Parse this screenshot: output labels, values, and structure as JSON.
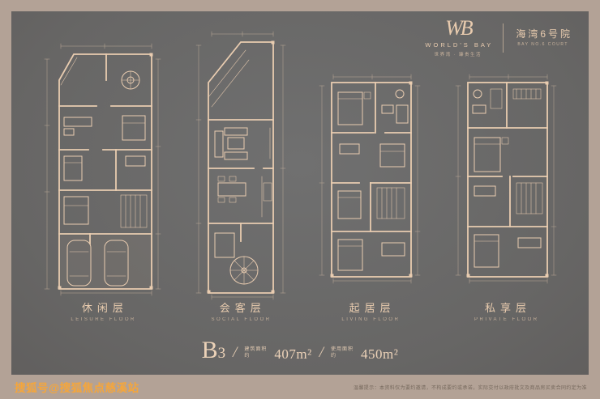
{
  "colors": {
    "background": "#b3a296",
    "panel": "#6a6a6a",
    "line": "#e9ccb0",
    "watermark": "#f5a63b"
  },
  "brand": {
    "monogram": "WB",
    "name": "WORLD'S BAY",
    "tagline": "世界湾 · 臻贵生活",
    "badge": "海湾6号院",
    "badge_sub": "BAY NO.6 COURT"
  },
  "plans": [
    {
      "label": "休闲层",
      "label_en": "LEISURE FLOOR"
    },
    {
      "label": "会客层",
      "label_en": "SOCIAL FLOOR"
    },
    {
      "label": "起居层",
      "label_en": "LIVING FLOOR"
    },
    {
      "label": "私享层",
      "label_en": "PRIVATE FLOOR"
    }
  ],
  "unit": {
    "name_letter": "B",
    "name_digit": "3",
    "slash": "/",
    "areas": [
      {
        "label_line1": "建筑面积",
        "label_line2": "约",
        "value": "407m²"
      },
      {
        "label_line1": "使用面积",
        "label_line2": "约",
        "value": "450m²"
      }
    ]
  },
  "watermark": "搜狐号@搜狐焦点慈溪站",
  "disclaimer": "温馨提示：本资料仅为要约邀请，不构成要约或承诺，实际交付以政府批文及商品房买卖合同约定为准"
}
